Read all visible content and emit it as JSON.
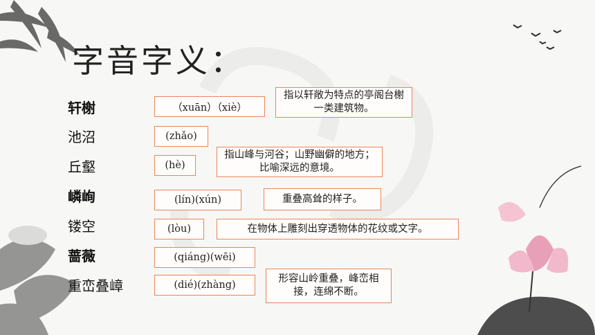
{
  "title": "字音字义：",
  "items": [
    {
      "term": "轩榭",
      "pinyin": "（xuān）（xiè）",
      "definition": "指以轩敞为特点的亭阁台榭一类建筑物。"
    },
    {
      "term": "池沼",
      "pinyin": "(zhǎo)",
      "definition": ""
    },
    {
      "term": "丘壑",
      "pinyin": "(hè)",
      "definition": "指山峰与河谷；山野幽僻的地方；比喻深远的意境。"
    },
    {
      "term": "嶙峋",
      "pinyin": "(lín)(xún)",
      "definition": "重叠高耸的样子。"
    },
    {
      "term": "镂空",
      "pinyin": "(lòu)",
      "definition": "在物体上雕刻出穿透物体的花纹或文字。"
    },
    {
      "term": "蔷薇",
      "pinyin": "(qiáng)(wēi)",
      "definition": ""
    },
    {
      "term": "重峦叠嶂",
      "pinyin": "(dié)(zhàng)",
      "definition": "形容山岭重叠，峰峦相接，连绵不断。"
    }
  ],
  "colors": {
    "box_border": "#e8855a",
    "background": "#f7f7f5"
  }
}
